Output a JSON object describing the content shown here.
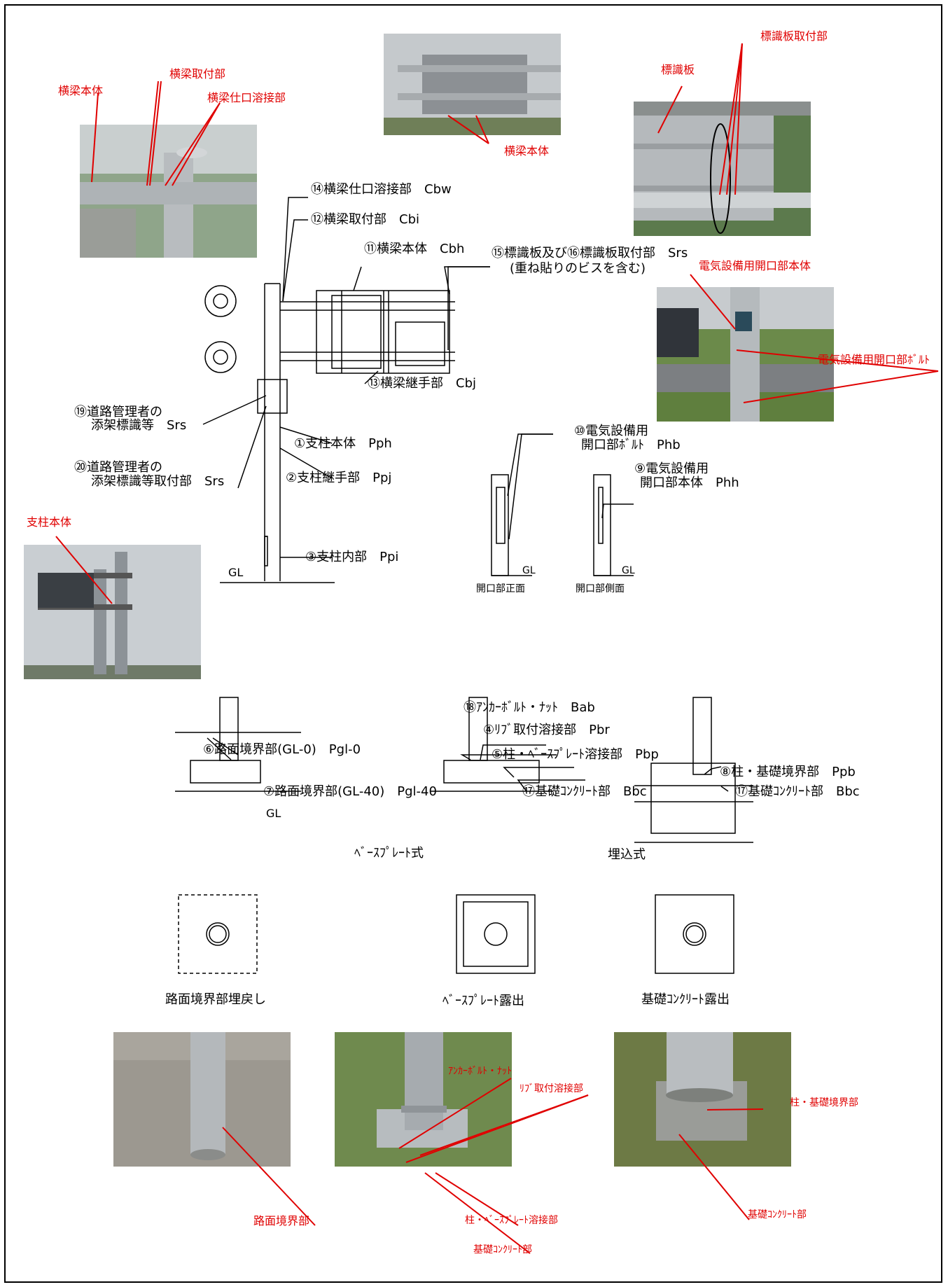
{
  "photo_labels": {
    "top_left": [
      "横梁本体",
      "横梁取付部",
      "横梁仕口溶接部"
    ],
    "top_center": [
      "横梁本体"
    ],
    "top_right": [
      "標識板",
      "標識板取付部"
    ],
    "mid_right": [
      "電気設備用開口部本体",
      "電気設備用開口部ﾎﾞﾙﾄ"
    ],
    "left_pole": [
      "支柱本体"
    ],
    "bottom_left": [
      "路面境界部"
    ],
    "bottom_center": [
      "ｱﾝｶｰﾎﾞﾙﾄ・ﾅｯﾄ",
      "ﾘﾌﾞ取付溶接部",
      "柱・ﾍﾞｰｽﾌﾟﾚｰﾄ溶接部",
      "基礎ｺﾝｸﾘｰﾄ部"
    ],
    "bottom_right": [
      "柱・基礎境界部",
      "基礎ｺﾝｸﾘｰﾄ部"
    ]
  },
  "members": {
    "m14": "⑭横梁仕口溶接部　Cbw",
    "m12": "⑫横梁取付部　Cbi",
    "m11": "⑪横梁本体　Cbh",
    "m15_16": "⑮標識板及び⑯標識板取付部　Srs",
    "m15_16_note": "(重ね貼りのビスを含む)",
    "m13": "⑬横梁継手部　Cbj",
    "m19a": "⑲道路管理者の",
    "m19b": "添架標識等　Srs",
    "m20a": "⑳道路管理者の",
    "m20b": "添架標識等取付部　Srs",
    "m1": "①支柱本体　Pph",
    "m2": "②支柱継手部　Ppj",
    "m3": "③支柱内部　Ppi",
    "m10a": "⑩電気設備用",
    "m10b": "開口部ﾎﾞﾙﾄ　Phb",
    "m9a": "⑨電気設備用",
    "m9b": "開口部本体　Phh",
    "gl": "GL",
    "opening_front": "開口部正面",
    "opening_side": "開口部側面",
    "m18": "⑱ｱﾝｶｰﾎﾞﾙﾄ・ﾅｯﾄ　Bab",
    "m4": "④ﾘﾌﾞ取付溶接部　Pbr",
    "m5": "⑤柱・ﾍﾞｰｽﾌﾟﾚｰﾄ溶接部　Pbp",
    "m6": "⑥路面境界部(GL-0)　Pgl-0",
    "m7": "⑦路面境界部(GL-40)　Pgl-40",
    "m17a": "⑰基礎ｺﾝｸﾘｰﾄ部　Bbc",
    "m8": "⑧柱・基礎境界部　Ppb",
    "m17b": "⑰基礎ｺﾝｸﾘｰﾄ部　Bbc",
    "baseplate_type": "ﾍﾞｰｽﾌﾟﾚｰﾄ式",
    "embed_type": "埋込式"
  },
  "captions": {
    "c1": "路面境界部埋戻し",
    "c2": "ﾍﾞｰｽﾌﾟﾚｰﾄ露出",
    "c3": "基礎ｺﾝｸﾘｰﾄ露出"
  },
  "colors": {
    "annotation": "#e00000",
    "line": "#000000"
  }
}
